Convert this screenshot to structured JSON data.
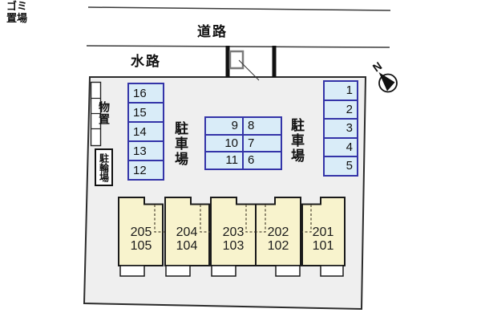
{
  "surroundings": {
    "road_label": "道路",
    "waterway_label": "水路"
  },
  "garbage_station": {
    "label_line1": "ゴミ",
    "label_line2": "置場"
  },
  "compass": {
    "north_label": "N"
  },
  "storage": {
    "label": "物置"
  },
  "bicycle_parking": {
    "label": "駐輪場"
  },
  "parking": {
    "left_area_label": "駐車場",
    "right_area_label": "駐車場",
    "west_column_spaces": [
      "16",
      "15",
      "14",
      "13",
      "12"
    ],
    "center_grid": {
      "left_column": [
        "9",
        "10",
        "11"
      ],
      "right_column": [
        "8",
        "7",
        "6"
      ]
    },
    "east_column_spaces": [
      "1",
      "2",
      "3",
      "4",
      "5"
    ]
  },
  "building": {
    "units": [
      {
        "upper": "205",
        "lower": "105"
      },
      {
        "upper": "204",
        "lower": "104"
      },
      {
        "upper": "203",
        "lower": "103"
      },
      {
        "upper": "202",
        "lower": "102"
      },
      {
        "upper": "201",
        "lower": "101"
      }
    ]
  },
  "colors": {
    "site_fill": "#efefef",
    "parking_space_fill": "#d9ecf8",
    "parking_space_border": "#3434a8",
    "building_fill": "#f8f3cd",
    "outline": "#2b2b2b"
  }
}
